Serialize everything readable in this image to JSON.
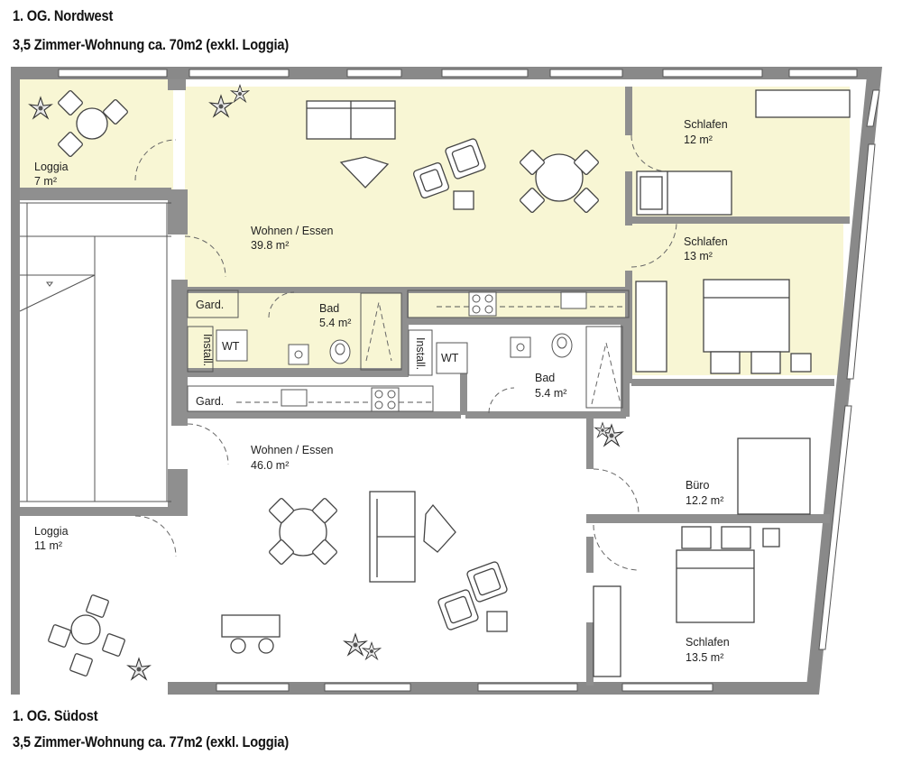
{
  "header_top": {
    "line1": "1. OG. Nordwest",
    "line2": "3,5 Zimmer-Wohnung  ca. 70m2 (exkl. Loggia)"
  },
  "header_bottom": {
    "line1": "1. OG. Südost",
    "line2": "3,5 Zimmer-Wohnung   ca. 77m2 (exkl. Loggia)"
  },
  "colors": {
    "highlight_fill": "#f8f6d4",
    "wall": "#898989",
    "window": "#ffffff",
    "line": "#555555"
  },
  "rooms": {
    "loggia_nw": {
      "name": "Loggia",
      "area": "7 m²"
    },
    "wohnen_nw": {
      "name": "Wohnen / Essen",
      "area": "39.8 m²"
    },
    "schlafen_nw1": {
      "name": "Schlafen",
      "area": "12 m²"
    },
    "schlafen_nw2": {
      "name": "Schlafen",
      "area": "13 m²"
    },
    "bad_nw": {
      "name": "Bad",
      "area": "5.4 m²"
    },
    "gard_nw": {
      "name": "Gard."
    },
    "install_nw": {
      "name": "Install."
    },
    "wt_nw": {
      "name": "WT"
    },
    "bad_so": {
      "name": "Bad",
      "area": "5.4 m²"
    },
    "install_so": {
      "name": "Install."
    },
    "wt_so": {
      "name": "WT"
    },
    "gard_so": {
      "name": "Gard."
    },
    "wohnen_so": {
      "name": "Wohnen / Essen",
      "area": "46.0 m²"
    },
    "buero_so": {
      "name": "Büro",
      "area": "12.2 m²"
    },
    "loggia_so": {
      "name": "Loggia",
      "area": "11 m²"
    },
    "schlafen_so": {
      "name": "Schlafen",
      "area": "13.5 m²"
    }
  }
}
